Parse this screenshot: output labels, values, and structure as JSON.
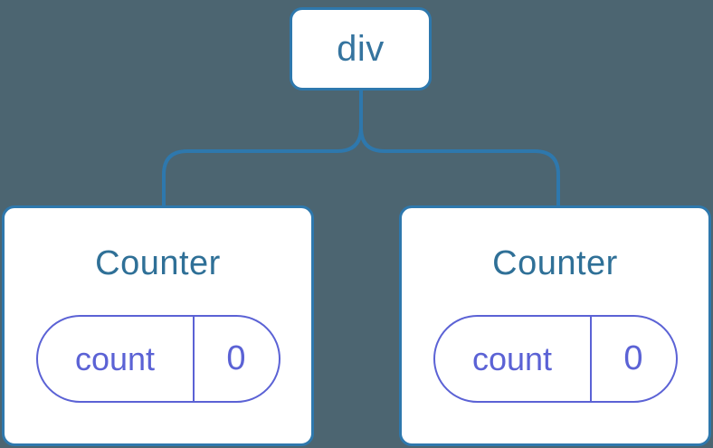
{
  "diagram": {
    "description": "component-tree",
    "root_node": {
      "label": "div"
    },
    "children": [
      {
        "title": "Counter",
        "state": {
          "key": "count",
          "value": "0"
        }
      },
      {
        "title": "Counter",
        "state": {
          "key": "count",
          "value": "0"
        }
      }
    ],
    "colors": {
      "background": "#4c6571",
      "connector_blue": "#2e78ad",
      "node_border_blue": "#2e78ad",
      "node_text_blue": "#2f7097",
      "state_purple": "#5b62d5",
      "card_background": "#ffffff"
    }
  }
}
